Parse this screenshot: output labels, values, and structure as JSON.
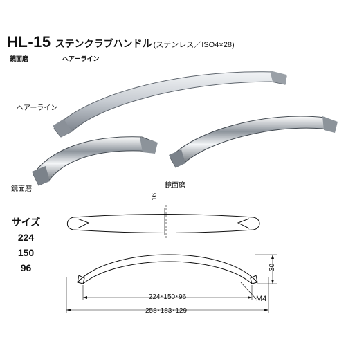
{
  "header": {
    "model": "HL-15",
    "name": "ステンクラブハンドル",
    "spec": "(ステンレス／ISO4×28)"
  },
  "finishes": {
    "mirror": "鏡面磨",
    "hairline": "ヘアーライン"
  },
  "photo_labels": {
    "hairline": "ヘアーライン",
    "mirror_left": "鏡面磨",
    "mirror_right": "鏡面磨"
  },
  "size_table": {
    "header": "サイズ",
    "sizes": [
      "224",
      "150",
      "96"
    ]
  },
  "drawing": {
    "height_top": "16",
    "height_side": "30",
    "pitch": "224･150･96",
    "length": "258･183･129",
    "screw": "M4"
  },
  "colors": {
    "metal_dark": "#6f7680",
    "metal_light": "#eef1f4",
    "line": "#111111"
  }
}
